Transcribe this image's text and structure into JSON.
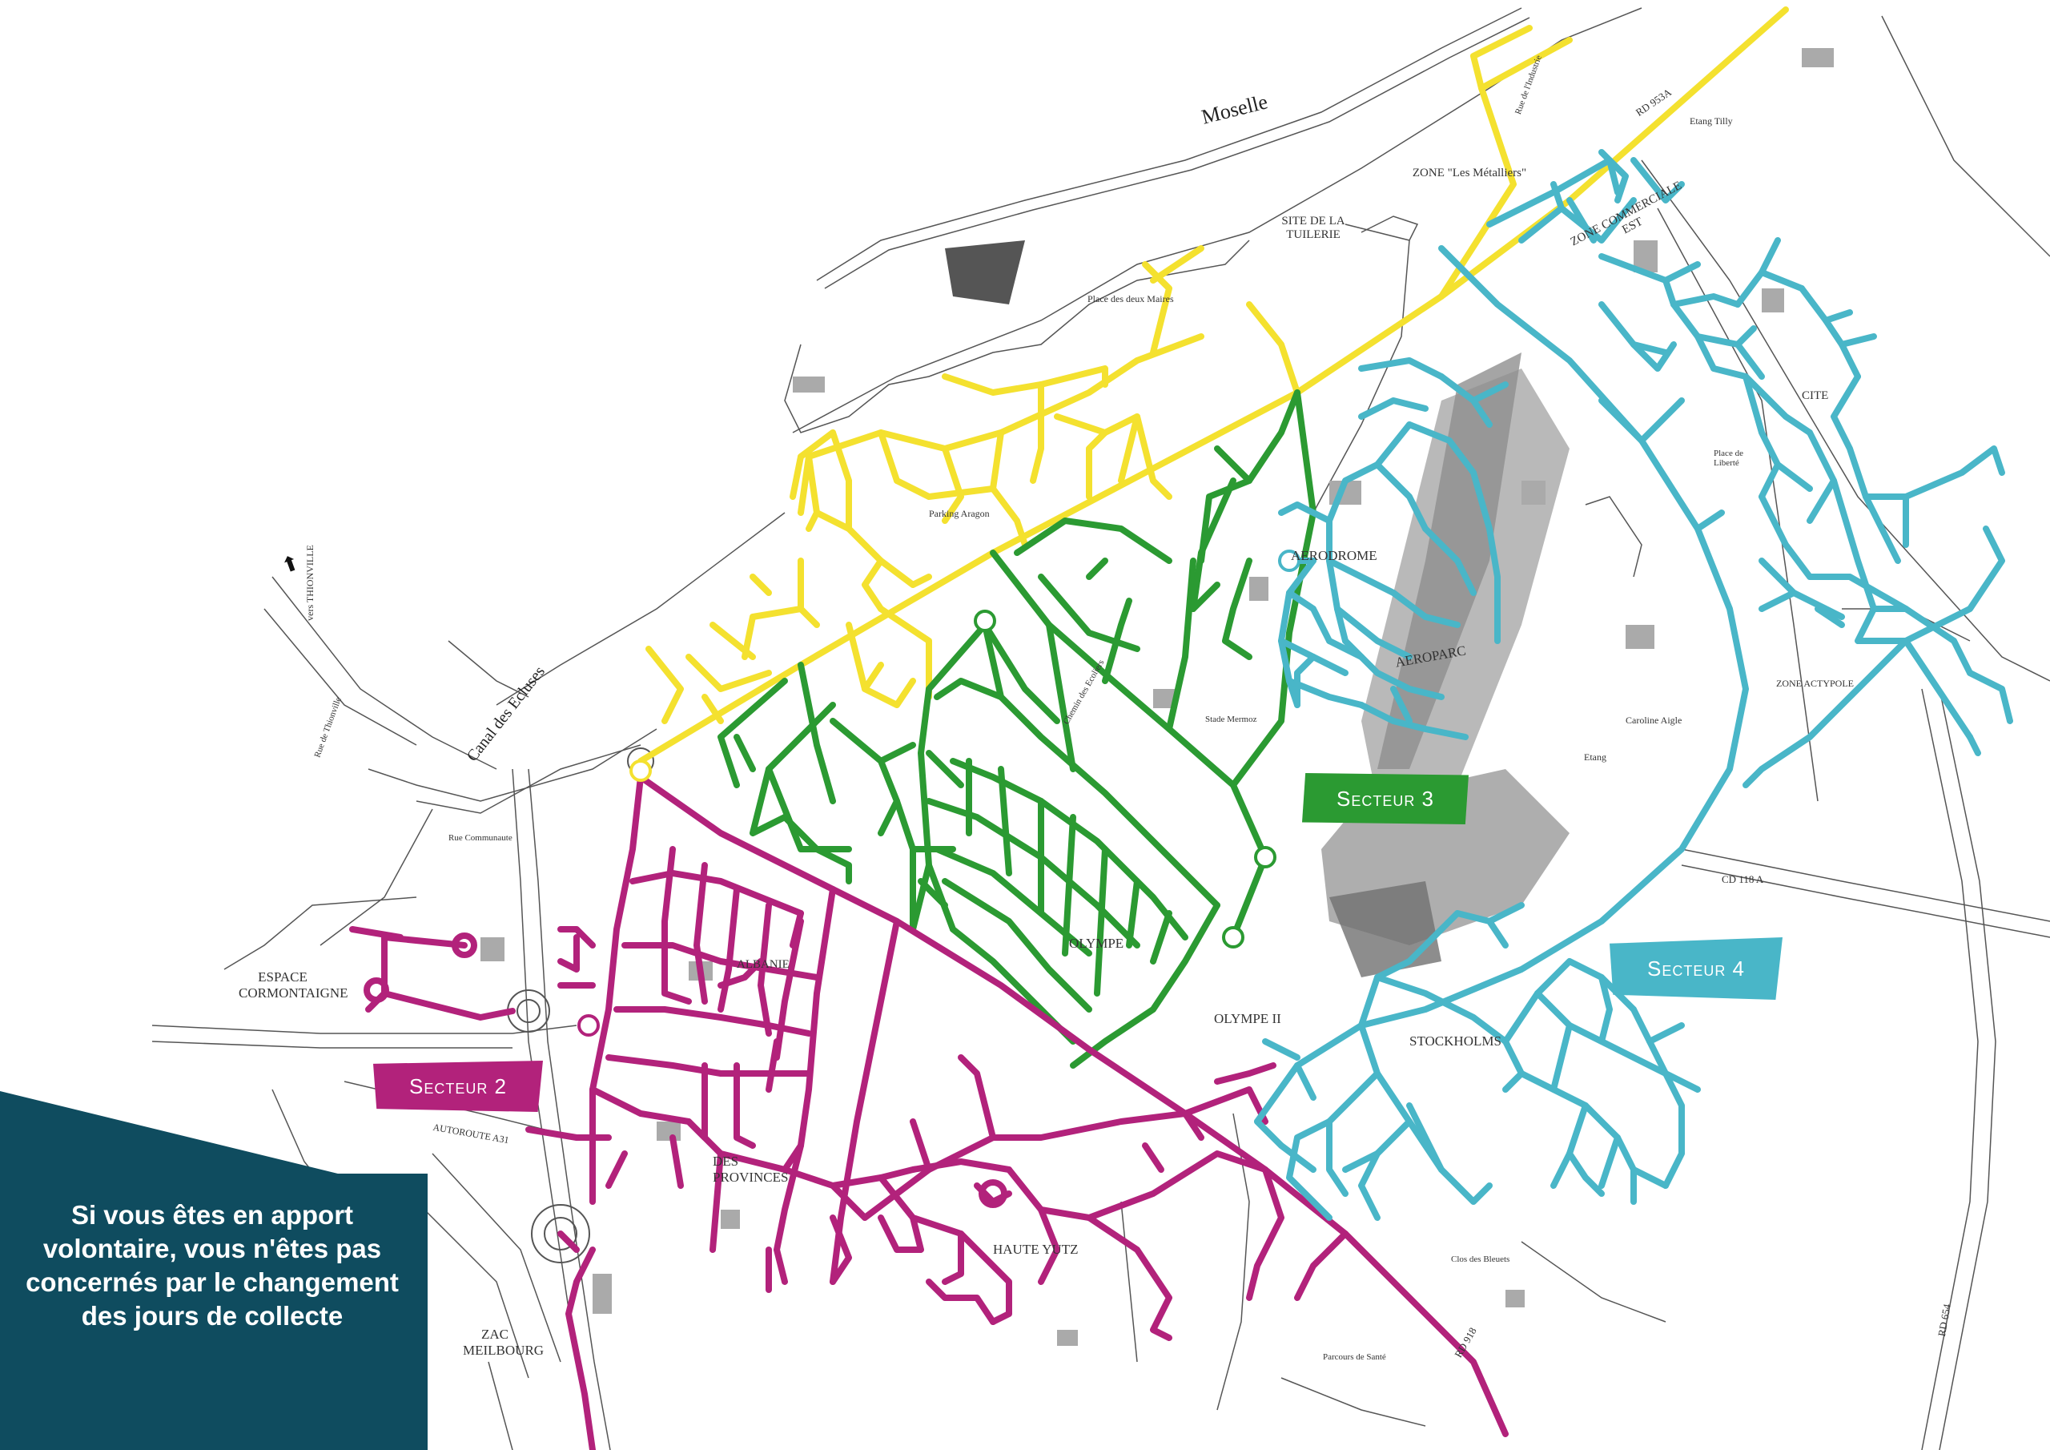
{
  "map": {
    "river": "Moselle",
    "canal": "Canal des Ecluses",
    "direction_label": "vers THIONVILLE",
    "north_arrow_icon": "arrow-up-icon"
  },
  "zones": {
    "metalliers": "ZONE \"Les Métalliers\"",
    "commerciale_est": "ZONE COMMERCIALE EST",
    "tuilerie": "SITE DE LA TUILERIE",
    "cite": "CITE",
    "actypole": "ZONE ACTYPOLE",
    "aerodrome": "AERODROME",
    "aeroparc": "AEROPARC",
    "cormontaigne": "ESPACE CORMONTAIGNE",
    "olympe": "OLYMPE",
    "olympe2": "OLYMPE II",
    "stockholms": "STOCKHOLMS",
    "haute_yutz": "HAUTE YUTZ",
    "des_provinces": "DES PROVINCES",
    "zac_meilbourg": "ZAC MEILBOURG",
    "albanie": "ALBANIE"
  },
  "streets": {
    "rd953a": "RD 953A",
    "rue_industrie": "Rue de l'Industrie",
    "place_deux_maires": "Place des deux Maires",
    "parking_aragon": "Parking Aragon",
    "stade": "Stade Mermoz",
    "chemin_ecoliers": "Chemin des Ecoliers",
    "caroline_aigle": "Caroline Aigle",
    "etang": "Etang",
    "etang_tilly": "Etang Tilly",
    "cd118a": "CD 118 A",
    "rd918": "RD 918",
    "rd654": "RD 654",
    "clos_bleuets": "Clos des Bleuets",
    "parcours_sante": "Parcours de Santé",
    "autoroute": "AUTOROUTE A31",
    "place_liberte": "Place de Liberté",
    "rue_communaute": "Rue Communaute",
    "rue_thionville": "Rue de Thionville"
  },
  "sectors": {
    "s2": "Secteur 2",
    "s3": "Secteur 3",
    "s4": "Secteur 4"
  },
  "colors": {
    "sector1": "#f4e12f",
    "sector2": "#b2227b",
    "sector3": "#2b9a32",
    "sector4": "#49b6c8",
    "panel": "#0f4c5f"
  },
  "info": {
    "text": "Si vous êtes en apport volontaire, vous n'êtes pas concernés par le changement des jours de collecte"
  }
}
